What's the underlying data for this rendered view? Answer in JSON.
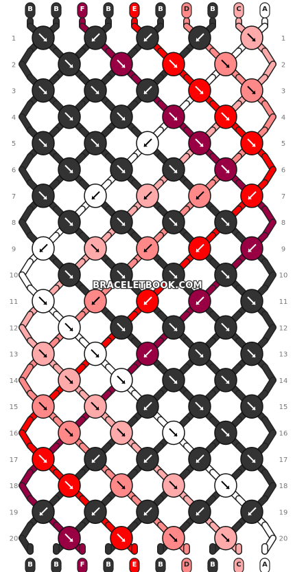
{
  "watermark": "BRACELETBOOK.COM",
  "colors": {
    "A": "#ffffff",
    "B": "#333333",
    "C": "#ffaaaa",
    "D": "#ff8888",
    "E": "#ff0000",
    "F": "#990044"
  },
  "strings_top": [
    "B",
    "B",
    "F",
    "B",
    "E",
    "B",
    "D",
    "B",
    "C",
    "A"
  ],
  "strings_bottom": [
    "B",
    "B",
    "F",
    "B",
    "E",
    "B",
    "D",
    "B",
    "C",
    "A"
  ],
  "row_numbers": [
    "1",
    "2",
    "3",
    "4",
    "5",
    "6",
    "7",
    "8",
    "9",
    "10",
    "11",
    "12",
    "13",
    "14",
    "15",
    "16",
    "17",
    "18",
    "19",
    "20"
  ],
  "knots": [
    [
      {
        "c": "B",
        "d": "se"
      },
      {
        "c": "B",
        "d": "sw"
      },
      {
        "c": "B",
        "d": "sw"
      },
      {
        "c": "B",
        "d": "sw"
      },
      {
        "c": "C",
        "d": "se"
      }
    ],
    [
      {
        "c": "B",
        "d": "se"
      },
      {
        "c": "F",
        "d": "se"
      },
      {
        "c": "E",
        "d": "se"
      },
      {
        "c": "D",
        "d": "se"
      }
    ],
    [
      {
        "c": "B",
        "d": "se"
      },
      {
        "c": "B",
        "d": "se"
      },
      {
        "c": "B",
        "d": "sw"
      },
      {
        "c": "E",
        "d": "se"
      },
      {
        "c": "D",
        "d": "se"
      }
    ],
    [
      {
        "c": "B",
        "d": "se"
      },
      {
        "c": "B",
        "d": "se"
      },
      {
        "c": "F",
        "d": "se"
      },
      {
        "c": "E",
        "d": "se"
      }
    ],
    [
      {
        "c": "B",
        "d": "se"
      },
      {
        "c": "B",
        "d": "se"
      },
      {
        "c": "A",
        "d": "sw"
      },
      {
        "c": "F",
        "d": "se"
      },
      {
        "c": "E",
        "d": "se"
      }
    ],
    [
      {
        "c": "B",
        "d": "se"
      },
      {
        "c": "B",
        "d": "se"
      },
      {
        "c": "B",
        "d": "se"
      },
      {
        "c": "F",
        "d": "se"
      }
    ],
    [
      {
        "c": "B",
        "d": "se"
      },
      {
        "c": "A",
        "d": "sw"
      },
      {
        "c": "C",
        "d": "sw"
      },
      {
        "c": "D",
        "d": "sw"
      },
      {
        "c": "E",
        "d": "sw"
      }
    ],
    [
      {
        "c": "B",
        "d": "se"
      },
      {
        "c": "B",
        "d": "se"
      },
      {
        "c": "B",
        "d": "se"
      },
      {
        "c": "B",
        "d": "se"
      }
    ],
    [
      {
        "c": "A",
        "d": "sw"
      },
      {
        "c": "C",
        "d": "se"
      },
      {
        "c": "D",
        "d": "sw"
      },
      {
        "c": "E",
        "d": "sw"
      },
      {
        "c": "F",
        "d": "sw"
      }
    ],
    [
      {
        "c": "B",
        "d": "se"
      },
      {
        "c": "B",
        "d": "se"
      },
      {
        "c": "B",
        "d": "se"
      },
      {
        "c": "B",
        "d": "se"
      }
    ],
    [
      {
        "c": "A",
        "d": "se"
      },
      {
        "c": "D",
        "d": "sw"
      },
      {
        "c": "E",
        "d": "sw"
      },
      {
        "c": "F",
        "d": "sw"
      },
      {
        "c": "B",
        "d": "se"
      }
    ],
    [
      {
        "c": "A",
        "d": "se"
      },
      {
        "c": "B",
        "d": "se"
      },
      {
        "c": "B",
        "d": "se"
      },
      {
        "c": "B",
        "d": "se"
      }
    ],
    [
      {
        "c": "C",
        "d": "se"
      },
      {
        "c": "A",
        "d": "se"
      },
      {
        "c": "F",
        "d": "sw"
      },
      {
        "c": "B",
        "d": "se"
      },
      {
        "c": "B",
        "d": "se"
      }
    ],
    [
      {
        "c": "C",
        "d": "se"
      },
      {
        "c": "A",
        "d": "se"
      },
      {
        "c": "B",
        "d": "se"
      },
      {
        "c": "B",
        "d": "se"
      }
    ],
    [
      {
        "c": "D",
        "d": "se"
      },
      {
        "c": "C",
        "d": "se"
      },
      {
        "c": "B",
        "d": "sw"
      },
      {
        "c": "B",
        "d": "se"
      },
      {
        "c": "B",
        "d": "se"
      }
    ],
    [
      {
        "c": "D",
        "d": "se"
      },
      {
        "c": "C",
        "d": "se"
      },
      {
        "c": "A",
        "d": "se"
      },
      {
        "c": "B",
        "d": "se"
      }
    ],
    [
      {
        "c": "E",
        "d": "se"
      },
      {
        "c": "B",
        "d": "sw"
      },
      {
        "c": "B",
        "d": "sw"
      },
      {
        "c": "B",
        "d": "sw"
      },
      {
        "c": "B",
        "d": "se"
      }
    ],
    [
      {
        "c": "E",
        "d": "se"
      },
      {
        "c": "D",
        "d": "se"
      },
      {
        "c": "C",
        "d": "se"
      },
      {
        "c": "A",
        "d": "se"
      }
    ],
    [
      {
        "c": "B",
        "d": "sw"
      },
      {
        "c": "B",
        "d": "sw"
      },
      {
        "c": "B",
        "d": "sw"
      },
      {
        "c": "B",
        "d": "sw"
      },
      {
        "c": "B",
        "d": "sw"
      }
    ],
    [
      {
        "c": "F",
        "d": "se"
      },
      {
        "c": "E",
        "d": "se"
      },
      {
        "c": "D",
        "d": "se"
      },
      {
        "c": "C",
        "d": "se"
      }
    ]
  ]
}
